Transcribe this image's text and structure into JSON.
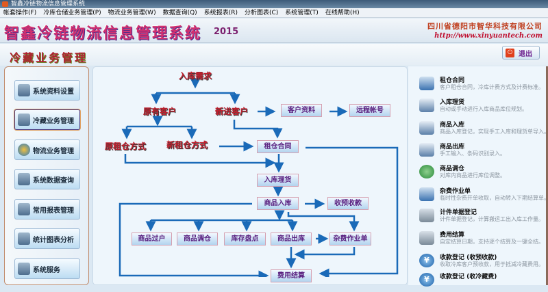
{
  "window": {
    "title": "智鑫冷链物流信息管理系统"
  },
  "menu": [
    "帐套操作(F)",
    "冷库仓储业务管理(P)",
    "物流业务管理(W)",
    "数据查询(Q)",
    "系统报表(R)",
    "分析图表(C)",
    "系统管理(T)",
    "在线帮助(H)"
  ],
  "banner": {
    "title": "智鑫冷链物流信息管理系统",
    "year": "2015",
    "company": "四川省德阳市智华科技有限公司",
    "url": "http://www.xinyuantech.com"
  },
  "section": {
    "title": "冷藏业务管理",
    "exit_label": "退出"
  },
  "sidebar": [
    {
      "label": "系统资料设置"
    },
    {
      "label": "冷藏业务管理",
      "active": true
    },
    {
      "label": "物流业务管理"
    },
    {
      "label": "系统数据查询"
    },
    {
      "label": "常用报表管理"
    },
    {
      "label": "统计图表分析"
    },
    {
      "label": "系统服务"
    }
  ],
  "flow": {
    "texts": {
      "demand": "入库需求",
      "old_customer": "原有客户",
      "new_customer": "新进客户",
      "old_rent": "原租仓方式",
      "new_rent": "新租仓方式"
    },
    "boxes": {
      "customer_info": "客户资料",
      "remote_account": "远程帐号",
      "contract": "租仓合同",
      "inbound_sort": "入库理货",
      "goods_in": "商品入库",
      "prepay": "收预收款",
      "transfer": "商品过户",
      "relocate": "商品调仓",
      "stocktake": "库存盘点",
      "goods_out": "商品出库",
      "misc": "杂费作业单",
      "settle": "费用结算"
    }
  },
  "items": [
    {
      "title": "租仓合同",
      "desc": "客户租仓合同，冷库计费方式及计费标准。",
      "icon": "contract-icon"
    },
    {
      "title": "入库理货",
      "desc": "自动或手动进行入库商品库位规划。",
      "icon": "sort-icon"
    },
    {
      "title": "商品入库",
      "desc": "商品入库登记，实现手工入库和理货单导入。",
      "icon": "inbound-icon"
    },
    {
      "title": "商品出库",
      "desc": "手工输入、条码识别录入。",
      "icon": "outbound-icon"
    },
    {
      "title": "商品调仓",
      "desc": "对库内商品进行库位调整。",
      "icon": "recycle-icon"
    },
    {
      "title": "杂费作业单",
      "desc": "临时性杂费开单收取，自动转入下期结算单。",
      "icon": "misc-fee-icon"
    },
    {
      "title": "计件单据登记",
      "desc": "计件单据登记，计算搬运工出入库工作量。",
      "icon": "piecework-icon"
    },
    {
      "title": "费用结算",
      "desc": "自定结算日期，支持逐个结算及一键全结。",
      "icon": "calculator-icon"
    },
    {
      "title": "收款登记 (收预收款)",
      "desc": "收取冷库客户预收款，用于抵减冷藏费用。",
      "icon": "yen-icon"
    },
    {
      "title": "收款登记 (收冷藏费)",
      "desc": "",
      "icon": "yen-icon"
    }
  ]
}
